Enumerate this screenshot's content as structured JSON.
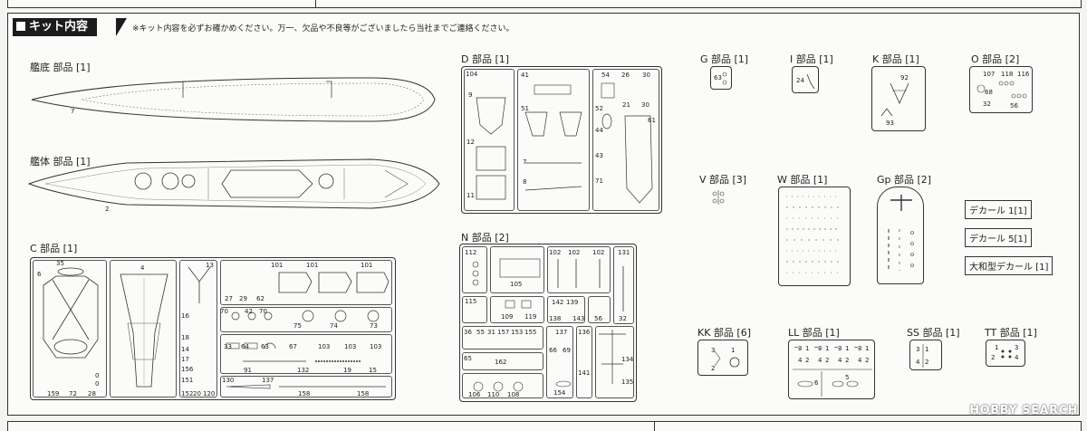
{
  "header": {
    "section_title": "キット内容",
    "notice": "※キット内容を必ずお確かめください。万一、欠品や不良等がございましたら当社までご連絡ください。"
  },
  "parts": {
    "hull_bottom": {
      "label": "艦底 部品 [1]",
      "num": "7"
    },
    "hull": {
      "label": "艦体 部品 [1]",
      "num": "2"
    },
    "C": {
      "label": "C 部品 [1]",
      "nums": [
        "35",
        "6",
        "4",
        "13",
        "16",
        "18",
        "14",
        "17",
        "156",
        "151",
        "152",
        "20",
        "120",
        "159",
        "72",
        "28",
        "0",
        "0",
        "27",
        "29",
        "62",
        "101",
        "101",
        "101",
        "70",
        "42",
        "70",
        "75",
        "74",
        "73",
        "33",
        "64",
        "63",
        "67",
        "103",
        "103",
        "103",
        "91",
        "132",
        "19",
        "15",
        "130",
        "137",
        "158",
        "158"
      ]
    },
    "D": {
      "label": "D 部品 [1]",
      "nums": [
        "104",
        "9",
        "12",
        "11",
        "41",
        "51",
        "8",
        "7",
        "54",
        "26",
        "30",
        "52",
        "21",
        "30",
        "44",
        "61",
        "43",
        "71"
      ]
    },
    "N": {
      "label": "N 部品 [2]",
      "nums": [
        "112",
        "105",
        "102",
        "102",
        "102",
        "131",
        "115",
        "109",
        "119",
        "142",
        "138",
        "139",
        "143",
        "56",
        "32",
        "36",
        "55",
        "31",
        "157",
        "153",
        "155",
        "137",
        "66",
        "69",
        "136",
        "65",
        "162",
        "134",
        "141",
        "135",
        "106",
        "110",
        "108",
        "154"
      ]
    },
    "G": {
      "label": "G 部品 [1]",
      "num": "63"
    },
    "I": {
      "label": "I 部品 [1]",
      "num": "24"
    },
    "K": {
      "label": "K 部品 [1]",
      "nums": [
        "92",
        "93"
      ]
    },
    "O": {
      "label": "O 部品 [2]",
      "nums": [
        "107",
        "118",
        "116",
        "68",
        "32",
        "56"
      ]
    },
    "V": {
      "label": "V 部品 [3]"
    },
    "W": {
      "label": "W 部品 [1]"
    },
    "Gp": {
      "label": "Gp 部品 [2]"
    },
    "KK": {
      "label": "KK 部品 [6]",
      "nums": [
        "3",
        "1",
        "2"
      ]
    },
    "LL": {
      "label": "LL 部品 [1]",
      "nums": [
        "3",
        "1",
        "3",
        "1",
        "3",
        "1",
        "3",
        "1",
        "4",
        "2",
        "4",
        "2",
        "4",
        "2",
        "4",
        "2",
        "6",
        "5"
      ]
    },
    "SS": {
      "label": "SS 部品 [1]",
      "nums": [
        "3",
        "1",
        "4",
        "2"
      ]
    },
    "TT": {
      "label": "TT 部品 [1]",
      "nums": [
        "1",
        "3",
        "2",
        "4"
      ]
    }
  },
  "decals": [
    "デカール 1[1]",
    "デカール 5[1]",
    "大和型デカール [1]"
  ],
  "watermark": "HOBBY SEARCH"
}
